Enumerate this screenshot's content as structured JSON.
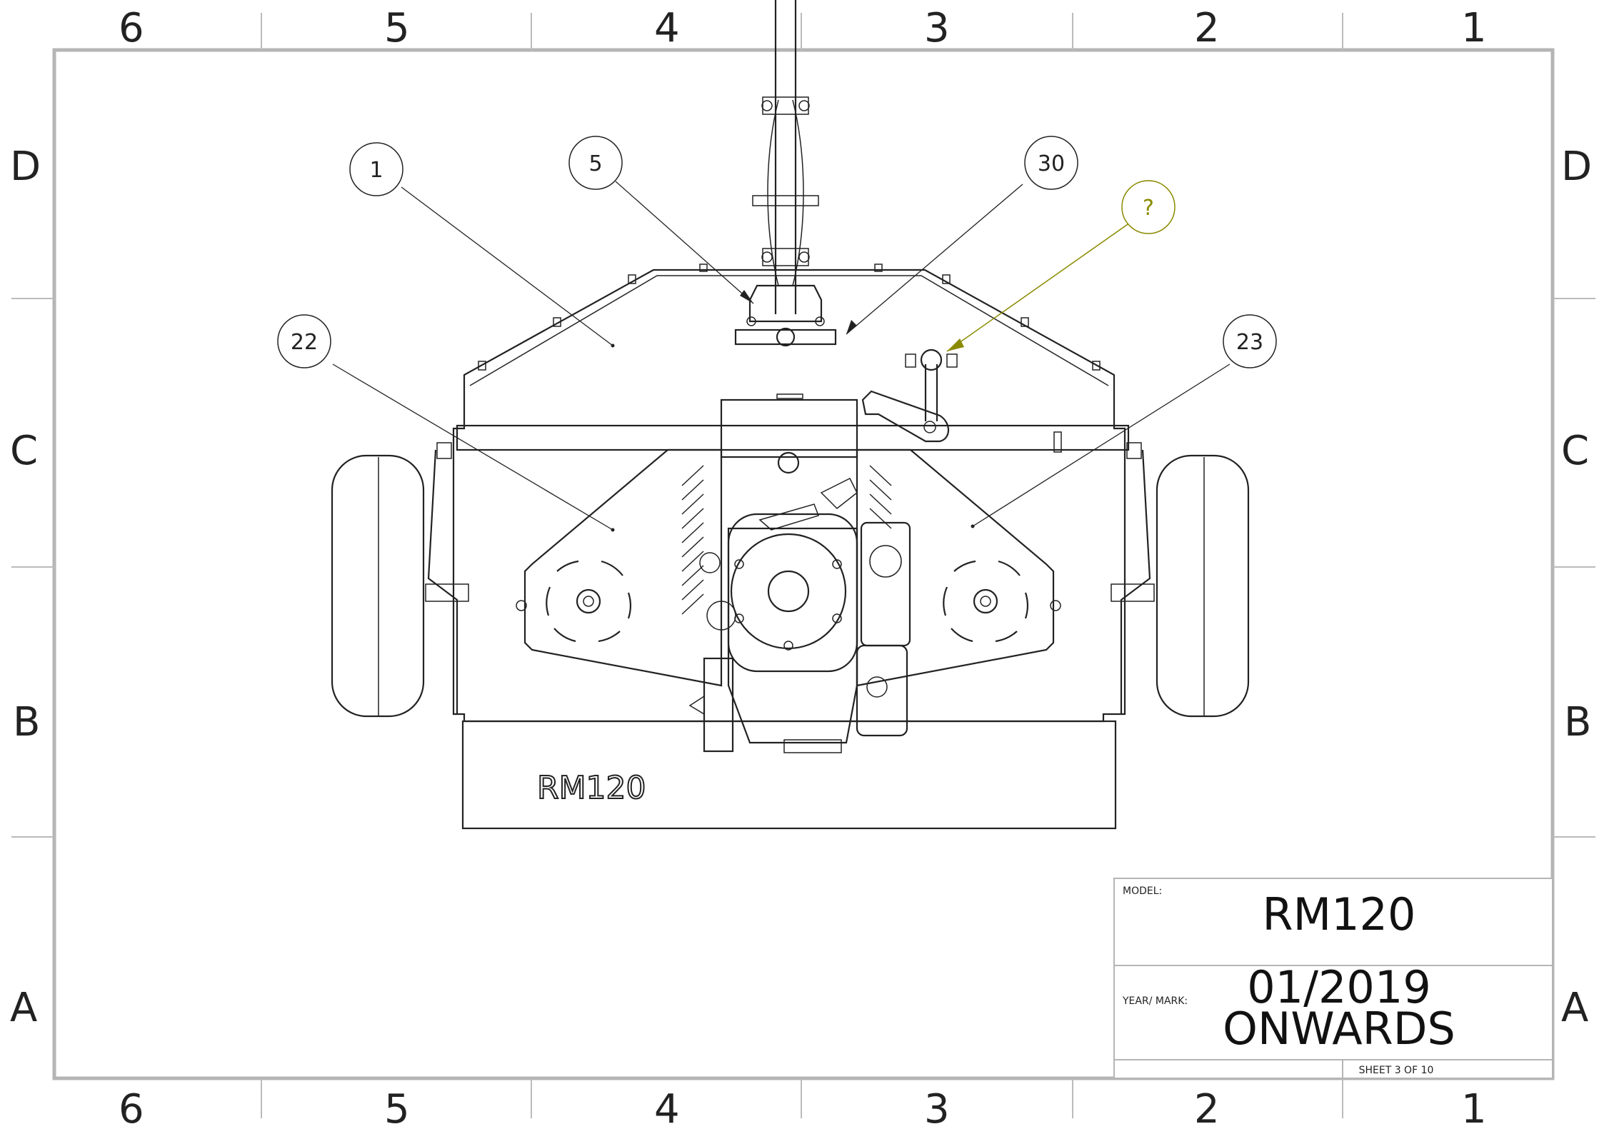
{
  "drawing": {
    "grid": {
      "columns": [
        "6",
        "5",
        "4",
        "3",
        "2",
        "1"
      ],
      "rows": [
        "D",
        "C",
        "B",
        "A"
      ]
    },
    "balloons": [
      {
        "id": "b1",
        "label": "1"
      },
      {
        "id": "b5",
        "label": "5"
      },
      {
        "id": "b30",
        "label": "30"
      },
      {
        "id": "bq",
        "label": "?"
      },
      {
        "id": "b22",
        "label": "22"
      },
      {
        "id": "b23",
        "label": "23"
      }
    ],
    "deck_logo": "RM120",
    "colors": {
      "line": "#222222",
      "frame": "#b5b5b5",
      "unknown_balloon": "#8a8a00"
    }
  },
  "title_block": {
    "model_label": "MODEL:",
    "model_value": "RM120",
    "year_label": "YEAR/ MARK:",
    "year_value_line1": "01/2019",
    "year_value_line2": "ONWARDS",
    "sheet": "SHEET 3 OF 10"
  }
}
